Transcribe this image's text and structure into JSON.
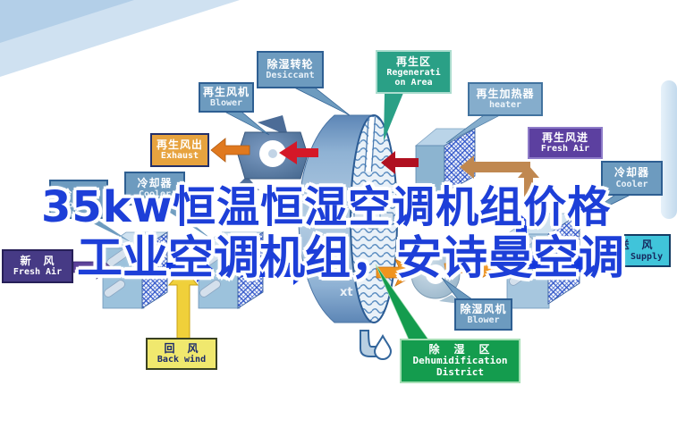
{
  "title": {
    "line1": "35kw恒温恒湿空调机组价格",
    "line2": "工业空调机组，安诗曼空调"
  },
  "watermark": "xt",
  "labels": {
    "desiccant": {
      "zh": "除湿转轮",
      "en": "Desiccant"
    },
    "regen_area": {
      "zh": "再生区",
      "en": "Regenerati\non Area"
    },
    "regen_fan": {
      "zh": "再生风机",
      "en": "Blower"
    },
    "regen_heater": {
      "zh": "再生加热器",
      "en": "heater"
    },
    "exhaust": {
      "zh": "再生风出",
      "en": "Exhaust"
    },
    "regen_fresh_air": {
      "zh": "再生风进",
      "en": "Fresh Air"
    },
    "cooler_a": {
      "zh": "冷却器",
      "en": "Cooler"
    },
    "cooler_b": {
      "zh": "冷却器",
      "en": "Cooler"
    },
    "cooler_c": {
      "zh": "冷却器",
      "en": "Cooler"
    },
    "fresh_air": {
      "zh": "新　风",
      "en": "Fresh Air"
    },
    "back_wind": {
      "zh": "回　风",
      "en": "Back wind"
    },
    "air_supply": {
      "zh": "送　风",
      "en": "Air Supply"
    },
    "dehumid_fan": {
      "zh": "除湿风机",
      "en": "Blower"
    },
    "dehumid_district": {
      "zh": "除　湿　区",
      "en": "Dehumidification\nDistrict"
    }
  },
  "colors": {
    "title_blue": "#1d3fd8",
    "arrow_blue": "#0f35dd",
    "arrow_red_bright": "#d41828",
    "arrow_red_dark": "#b01020",
    "arrow_orange": "#e0791f",
    "arrow_zigzag_orange": "#f0941e",
    "arrow_tan": "#c08850",
    "arrow_yellow": "#f0d03a",
    "arrow_purple": "#5a3f98",
    "box_steel_blue": "#6d9bbf",
    "box_teal": "#2aa086",
    "box_green": "#149c4e",
    "box_orange": "#e7a33f",
    "box_purple": "#5c40a0",
    "box_dark_purple": "#463a85",
    "box_yellow": "#f0e86e",
    "box_cyan": "#40c4da"
  }
}
